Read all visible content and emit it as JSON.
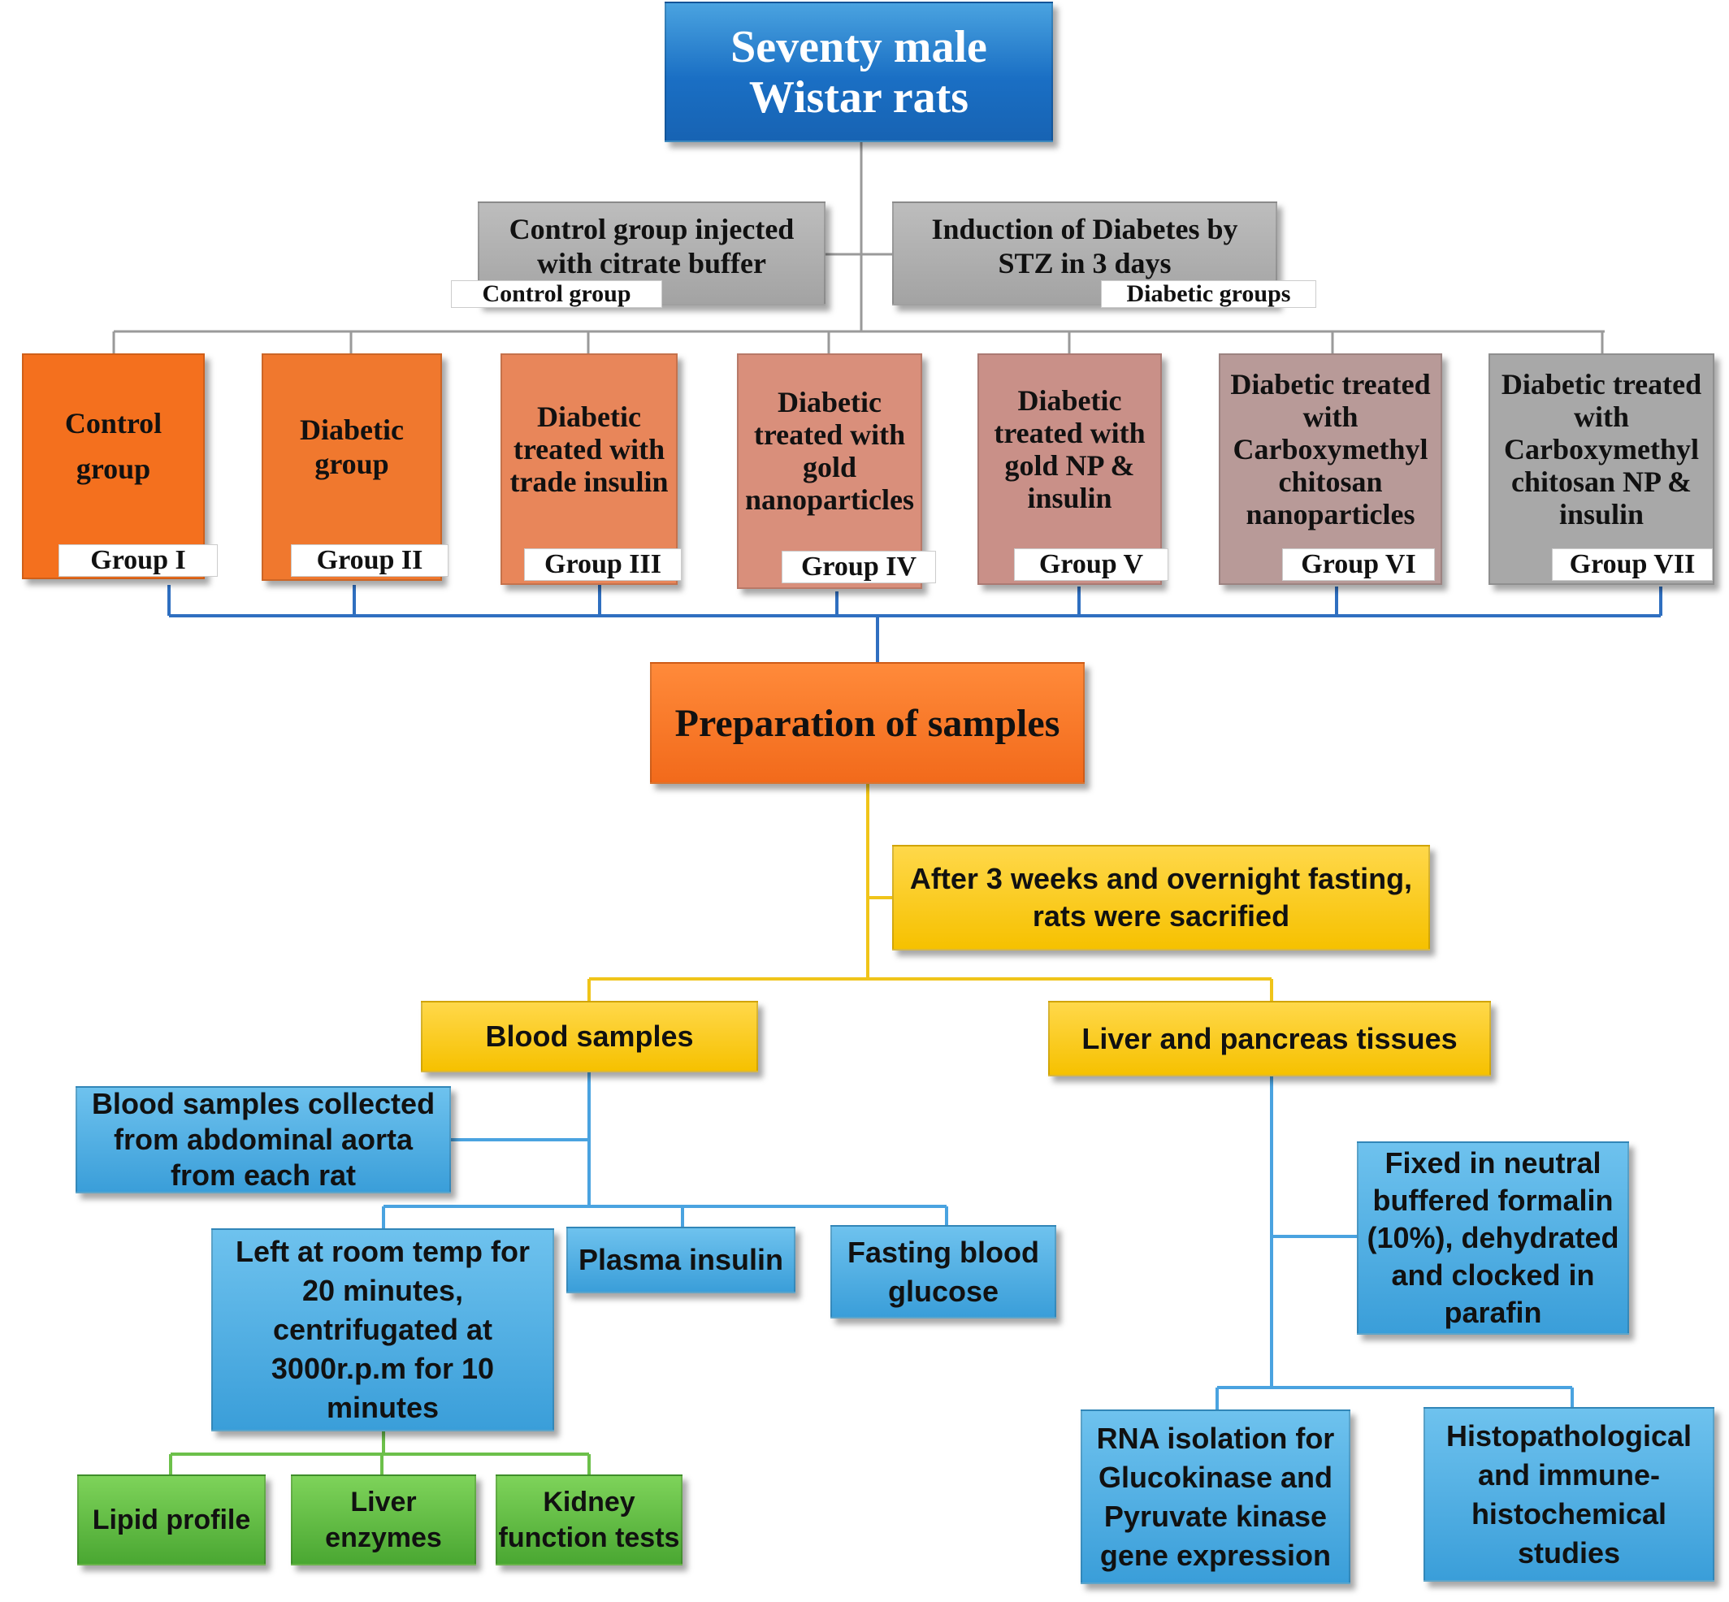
{
  "title": "Seventy male\nWistar rats",
  "control_branch": {
    "label": "Control group injected\nwith citrate buffer",
    "tag": "Control group"
  },
  "diabetic_branch": {
    "label": "Induction of Diabetes by\nSTZ in 3 days",
    "tag": "Diabetic groups"
  },
  "groups": [
    {
      "label": "Control\ngroup",
      "tag": "Group I",
      "color": "#f4701e"
    },
    {
      "label": "Diabetic\ngroup",
      "tag": "Group II",
      "color": "#f0782e"
    },
    {
      "label": "Diabetic\ntreated with\ntrade insulin",
      "tag": "Group III",
      "color": "#e8865a"
    },
    {
      "label": "Diabetic\ntreated with\ngold\nnanoparticles",
      "tag": "Group IV",
      "color": "#d98f7b"
    },
    {
      "label": "Diabetic\ntreated with\ngold NP &\ninsulin",
      "tag": "Group V",
      "color": "#c99088"
    },
    {
      "label": "Diabetic treated\nwith\nCarboxymethyl\nchitosan\nnanoparticles",
      "tag": "Group VI",
      "color": "#b89a98"
    },
    {
      "label": "Diabetic treated\nwith\nCarboxymethyl\nchitosan NP &\ninsulin",
      "tag": "Group VII",
      "color": "#a8a8a8"
    }
  ],
  "preparation": "Preparation of samples",
  "sacrifice": "After 3 weeks and overnight fasting,\nrats were sacrified",
  "blood": {
    "label": "Blood samples",
    "collected": "Blood samples collected\nfrom abdominal aorta\nfrom each rat",
    "centrifuge": "Left at room temp for\n20 minutes,\ncentrifugated at\n3000r.p.m for 10\nminutes",
    "plasma_insulin": "Plasma insulin",
    "fasting_glucose": "Fasting blood\nglucose",
    "tests": [
      "Lipid profile",
      "Liver\nenzymes",
      "Kidney\nfunction tests"
    ]
  },
  "tissue": {
    "label": "Liver and pancreas tissues",
    "fixed": "Fixed in neutral\nbuffered formalin\n(10%), dehydrated\nand clocked in\nparafin",
    "rna": "RNA isolation for\nGlucokinase and\nPyruvate kinase\ngene expression",
    "histo": "Histopathological\nand immune-\nhistochemical\nstudies"
  }
}
